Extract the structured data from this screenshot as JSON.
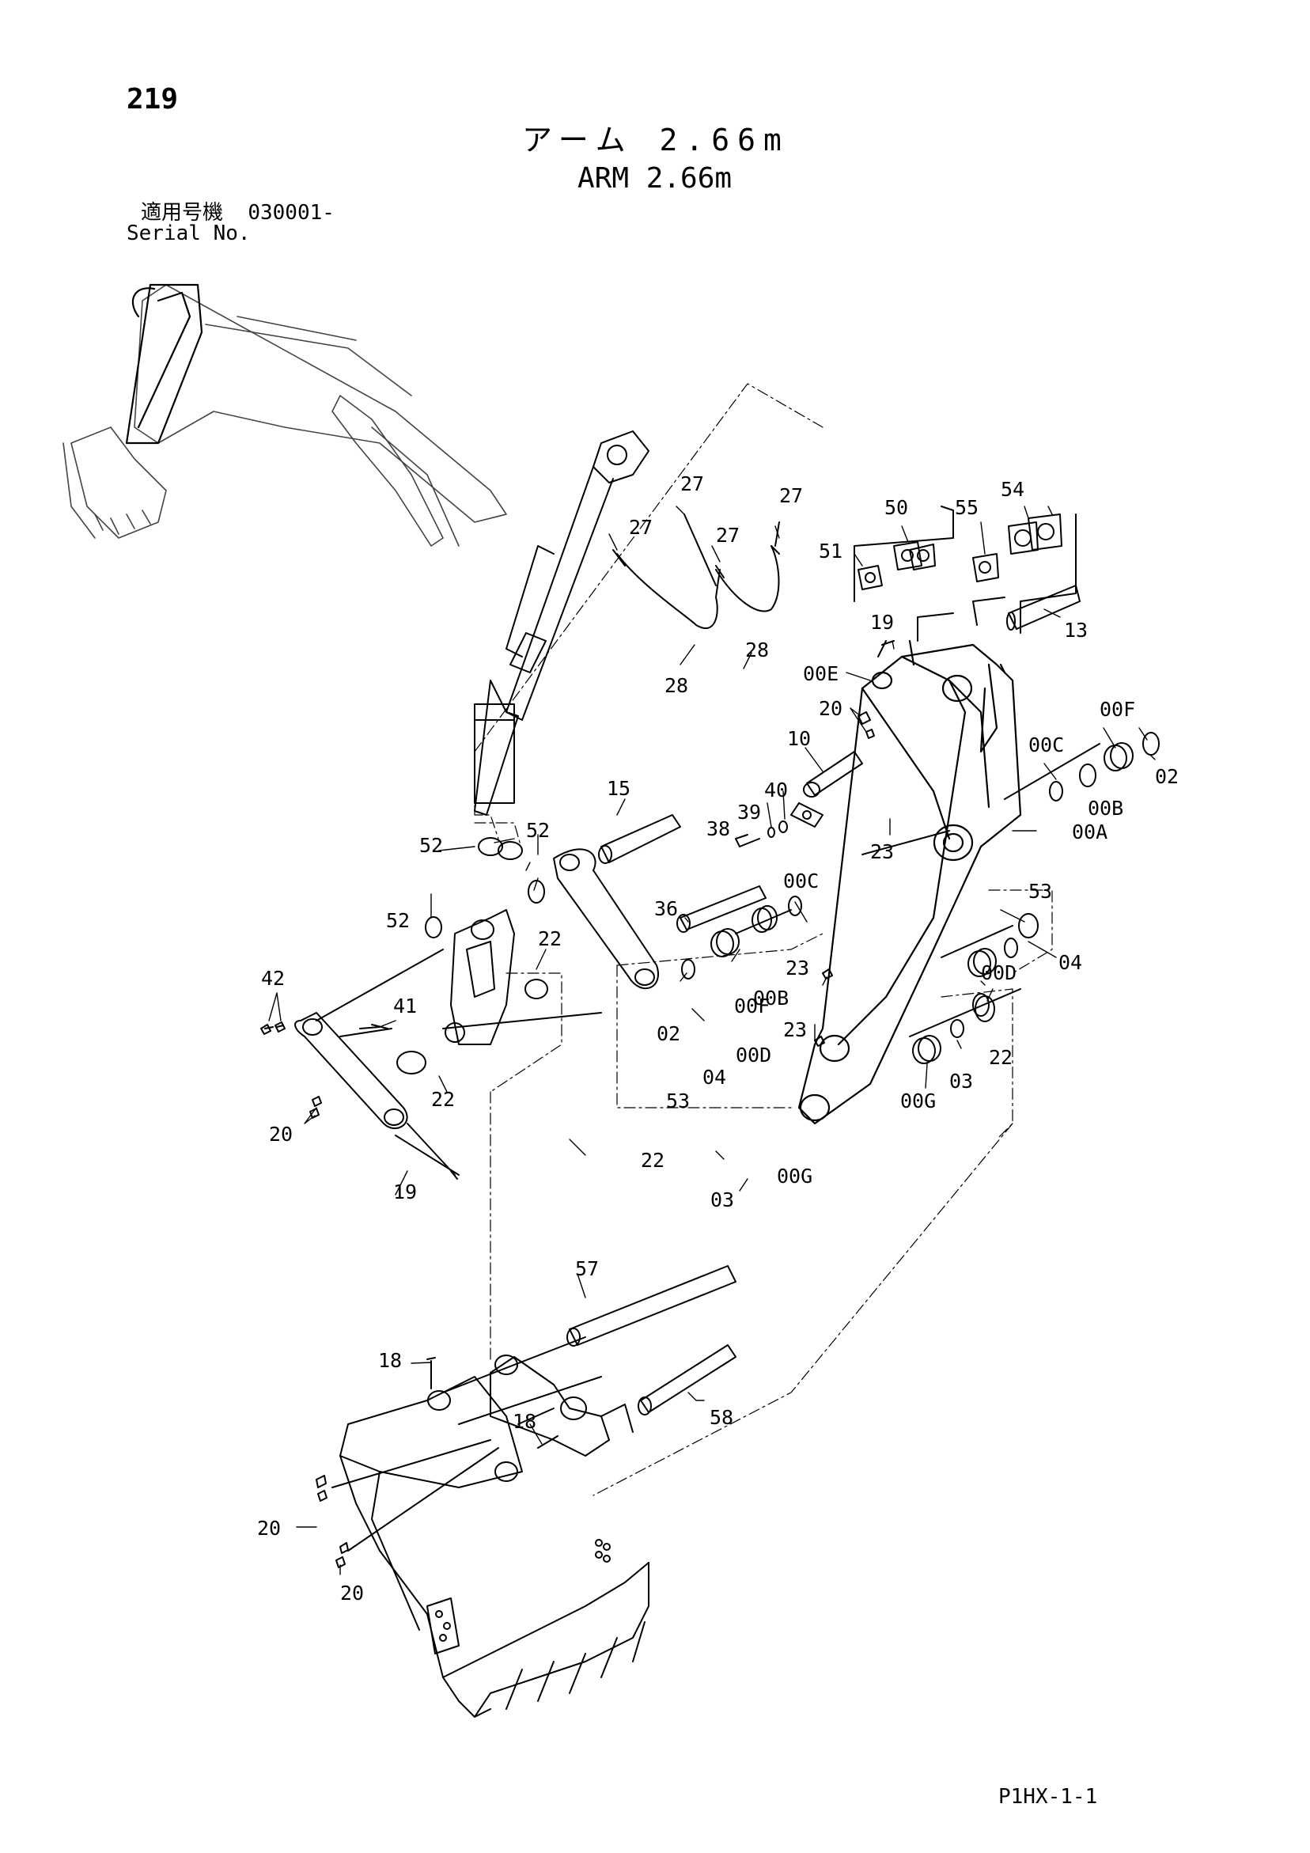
{
  "page_number": "219",
  "title_jp": "アーム 2.66m",
  "title_en": "ARM 2.66m",
  "serial_label_jp": "適用号機",
  "serial_value": "030001-",
  "serial_label_en": "Serial No.",
  "drawing_code": "P1HX-1-1",
  "callouts": [
    {
      "id": "c1",
      "label": "27"
    },
    {
      "id": "c2",
      "label": "27"
    },
    {
      "id": "c3",
      "label": "27"
    },
    {
      "id": "c4",
      "label": "27"
    },
    {
      "id": "c5",
      "label": "28"
    },
    {
      "id": "c6",
      "label": "28"
    },
    {
      "id": "c7",
      "label": "50"
    },
    {
      "id": "c8",
      "label": "51"
    },
    {
      "id": "c9",
      "label": "55"
    },
    {
      "id": "c10",
      "label": "54"
    },
    {
      "id": "c11",
      "label": "13"
    },
    {
      "id": "c12",
      "label": "19"
    },
    {
      "id": "c13",
      "label": "00E"
    },
    {
      "id": "c14",
      "label": "20"
    },
    {
      "id": "c15",
      "label": "10"
    },
    {
      "id": "c16",
      "label": "40"
    },
    {
      "id": "c17",
      "label": "39"
    },
    {
      "id": "c18",
      "label": "38"
    },
    {
      "id": "c19",
      "label": "00C"
    },
    {
      "id": "c20",
      "label": "00F"
    },
    {
      "id": "c21",
      "label": "02"
    },
    {
      "id": "c22",
      "label": "00B"
    },
    {
      "id": "c23",
      "label": "00A"
    },
    {
      "id": "c24",
      "label": "23"
    },
    {
      "id": "c25",
      "label": "15"
    },
    {
      "id": "c26",
      "label": "52"
    },
    {
      "id": "c27",
      "label": "52"
    },
    {
      "id": "c28",
      "label": "52"
    },
    {
      "id": "c29",
      "label": "36"
    },
    {
      "id": "c30",
      "label": "00C"
    },
    {
      "id": "c31",
      "label": "22"
    },
    {
      "id": "c32",
      "label": "42"
    },
    {
      "id": "c33",
      "label": "41"
    },
    {
      "id": "c34",
      "label": "02"
    },
    {
      "id": "c35",
      "label": "00F"
    },
    {
      "id": "c36",
      "label": "00B"
    },
    {
      "id": "c37",
      "label": "23"
    },
    {
      "id": "c38",
      "label": "22"
    },
    {
      "id": "c39",
      "label": "53"
    },
    {
      "id": "c40",
      "label": "00D"
    },
    {
      "id": "c41",
      "label": "04"
    },
    {
      "id": "c42",
      "label": "23"
    },
    {
      "id": "c43",
      "label": "00D"
    },
    {
      "id": "c44",
      "label": "22"
    },
    {
      "id": "c45",
      "label": "03"
    },
    {
      "id": "c46",
      "label": "04"
    },
    {
      "id": "c47",
      "label": "53"
    },
    {
      "id": "c48",
      "label": "00G"
    },
    {
      "id": "c49",
      "label": "20"
    },
    {
      "id": "c50",
      "label": "19"
    },
    {
      "id": "c51",
      "label": "22"
    },
    {
      "id": "c52",
      "label": "03"
    },
    {
      "id": "c53",
      "label": "00G"
    },
    {
      "id": "c54",
      "label": "57"
    },
    {
      "id": "c55",
      "label": "18"
    },
    {
      "id": "c56",
      "label": "58"
    },
    {
      "id": "c57",
      "label": "18"
    },
    {
      "id": "c58",
      "label": "20"
    },
    {
      "id": "c59",
      "label": "20"
    }
  ]
}
